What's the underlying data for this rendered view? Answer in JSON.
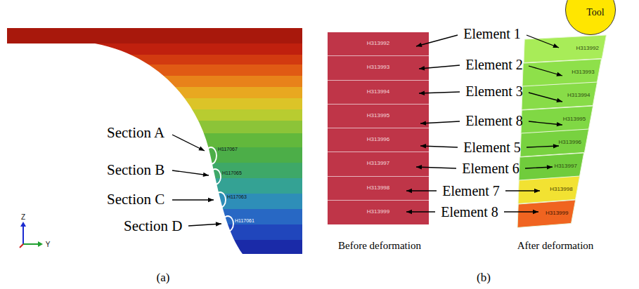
{
  "diagram": {
    "nodes": [
      {
        "text": [
          "H313992"
        ]
      },
      {
        "text": [
          "H313993"
        ]
      },
      {
        "text": [
          "H313994"
        ]
      },
      {
        "text": [
          "H313995"
        ]
      },
      {
        "text": [
          "H313996"
        ]
      },
      {
        "text": [
          "H313997"
        ]
      },
      {
        "text": [
          "H313998"
        ]
      },
      {
        "text": [
          "H313999"
        ]
      },
      {
        "text": [
          "Tool"
        ]
      },
      {
        "text": [
          "H313992"
        ]
      },
      {
        "text": [
          "H313993"
        ]
      },
      {
        "text": [
          "H313994"
        ]
      },
      {
        "text": [
          "H313995"
        ]
      },
      {
        "text": [
          "H313996"
        ]
      },
      {
        "text": [
          "H313997"
        ]
      },
      {
        "text": [
          "H313998"
        ]
      },
      {
        "text": [
          "H313999"
        ]
      }
    ],
    "labels": [
      "Section A",
      "Section B",
      "Section C",
      "Section D",
      "H117067",
      "H117065",
      "H117063",
      "H117061",
      "Z",
      "Y",
      "Element 1",
      "Element 2",
      "Element 3",
      "Element 8",
      "Element 5",
      "Element 6",
      "Element 7",
      "Element 8",
      "Before deformation",
      "After deformation",
      "(a)",
      "(b)"
    ]
  }
}
